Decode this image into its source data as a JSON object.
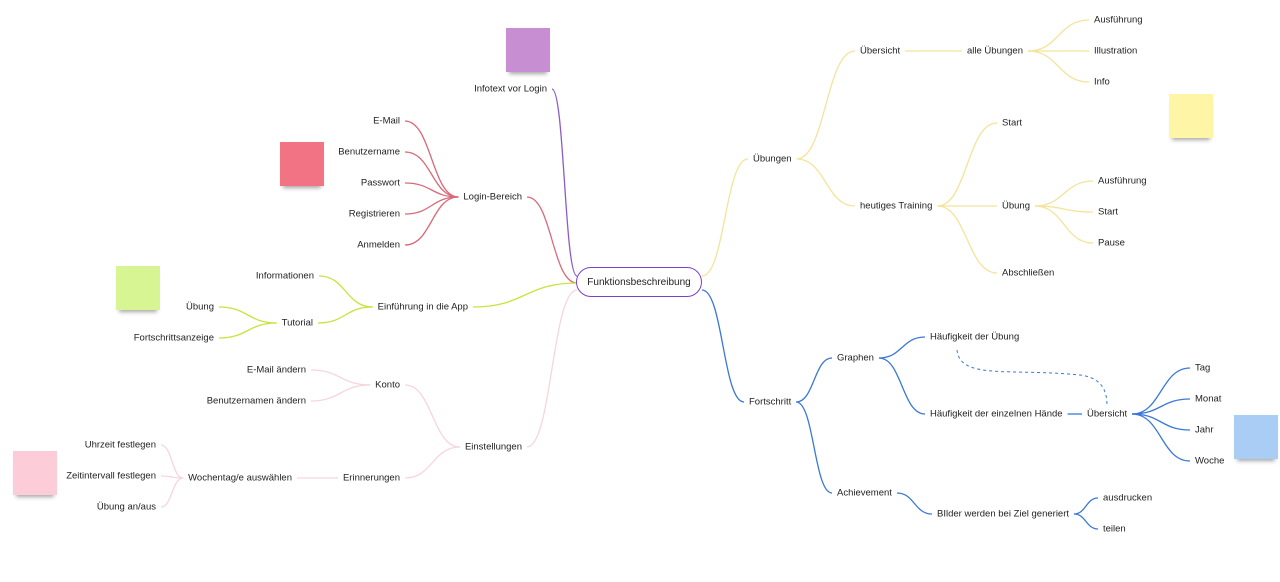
{
  "colors": {
    "purple": "#8a5cc8",
    "red": "#d96a7a",
    "green": "#c7e33c",
    "pink": "#f6d6da",
    "yellow": "#f4e39a",
    "blue": "#3a78d8",
    "center_border": "#7b3fd0"
  },
  "sticky_notes": [
    {
      "color": "#c78fd1"
    },
    {
      "color": "#f27384"
    },
    {
      "color": "#d7f592"
    },
    {
      "color": "#fcccd9"
    },
    {
      "color": "#fff5a6"
    },
    {
      "color": "#a9cdf4"
    }
  ],
  "root": "Funktionsbeschreibung",
  "nodes": {
    "infotext": "Infotext vor Login",
    "login": "Login-Bereich",
    "email": "E-Mail",
    "benutzername": "Benutzername",
    "passwort": "Passwort",
    "registrieren": "Registrieren",
    "anmelden": "Anmelden",
    "einfuehrung": "Einführung in die App",
    "informationen": "Informationen",
    "tutorial": "Tutorial",
    "tut_uebung": "Übung",
    "fortschrittsanzeige": "Fortschrittsanzeige",
    "einstellungen": "Einstellungen",
    "konto": "Konto",
    "email_aendern": "E-Mail ändern",
    "benutzername_aendern": "Benutzernamen ändern",
    "erinnerungen": "Erinnerungen",
    "wochentag": "Wochentag/e auswählen",
    "uhrzeit": "Uhrzeit festlegen",
    "zeitintervall": "Zeitintervall festlegen",
    "uebung_anaus": "Übung an/aus",
    "uebungen": "Übungen",
    "uebersicht1": "Übersicht",
    "alle_uebungen": "alle Übungen",
    "ausfuehrung1": "Ausführung",
    "illustration": "Illustration",
    "info": "Info",
    "heutiges": "heutiges Training",
    "start1": "Start",
    "ht_uebung": "Übung",
    "ausfuehrung2": "Ausführung",
    "start2": "Start",
    "pause": "Pause",
    "abschliessen": "Abschließen",
    "fortschritt": "Fortschritt",
    "graphen": "Graphen",
    "haeufigkeit_uebung": "Häufigkeit der Übung",
    "haeufigkeit_haende": "Häufigkeit der einzelnen Hände",
    "uebersicht2": "Übersicht",
    "tag": "Tag",
    "monat": "Monat",
    "jahr": "Jahr",
    "woche": "Woche",
    "achievement": "Achievement",
    "bilder": "BIlder werden bei Ziel generiert",
    "ausdrucken": "ausdrucken",
    "teilen": "teilen"
  }
}
